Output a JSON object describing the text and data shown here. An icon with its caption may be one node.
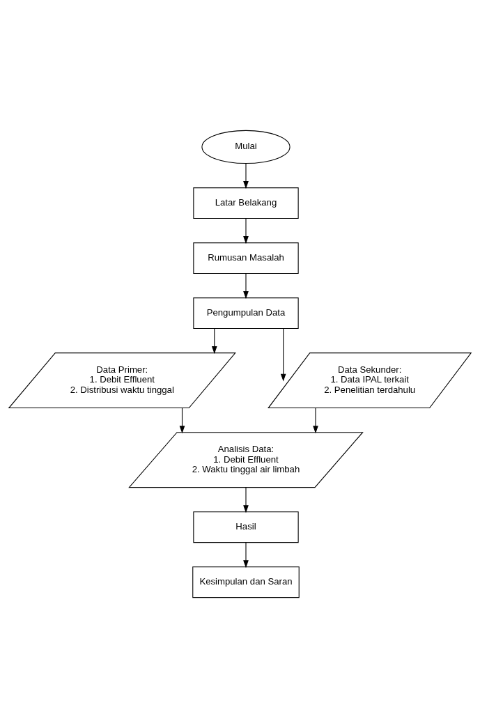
{
  "diagram": {
    "nodes": [
      {
        "text": [
          "Mulai"
        ]
      },
      {
        "text": [
          "Latar Belakang"
        ]
      },
      {
        "text": [
          "Rumusan Masalah"
        ]
      },
      {
        "text": [
          "Pengumpulan Data"
        ]
      },
      {
        "text": [
          "Data Primer:",
          "1. Debit Effluent",
          "2. Distribusi waktu tinggal"
        ]
      },
      {
        "text": [
          "Data Sekunder:",
          "1. Data IPAL terkait",
          "2. Penelitian terdahulu"
        ]
      },
      {
        "text": [
          "Analisis Data:",
          "1. Debit Effluent",
          "2. Waktu tinggal air limbah"
        ]
      },
      {
        "text": [
          "Hasil"
        ]
      },
      {
        "text": [
          "Kesimpulan dan Saran"
        ]
      }
    ],
    "edges": [
      {
        "from": 0,
        "to": 1,
        "arrow": "to"
      },
      {
        "from": 1,
        "to": 2,
        "arrow": "to"
      },
      {
        "from": 2,
        "to": 3,
        "arrow": "to"
      },
      {
        "from": 3,
        "to": 4,
        "arrow": "to"
      },
      {
        "from": 3,
        "to": 5,
        "arrow": "to"
      },
      {
        "from": 4,
        "to": 6,
        "arrow": "to"
      },
      {
        "from": 5,
        "to": 6,
        "arrow": "to"
      },
      {
        "from": 6,
        "to": 7,
        "arrow": "to"
      },
      {
        "from": 7,
        "to": 8,
        "arrow": "to"
      }
    ]
  }
}
